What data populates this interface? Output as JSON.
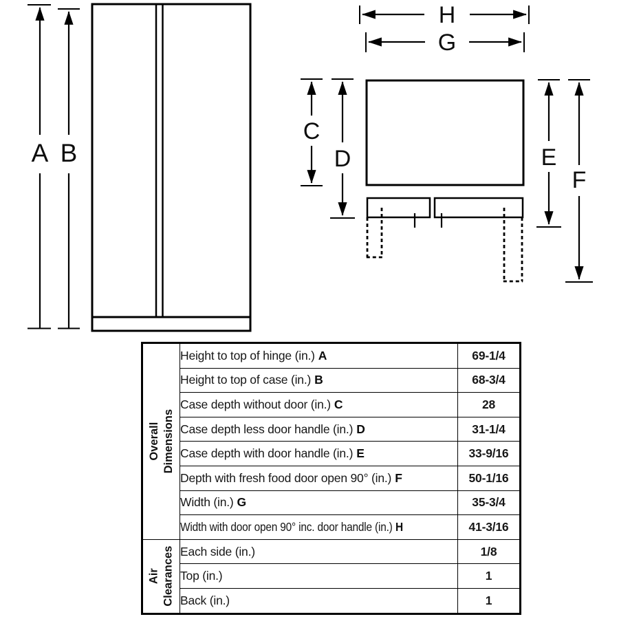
{
  "diagram": {
    "front_view": {
      "dim_a": "A",
      "dim_b": "B"
    },
    "top_view": {
      "dim_c": "C",
      "dim_d": "D",
      "dim_e": "E",
      "dim_f": "F",
      "dim_g": "G",
      "dim_h": "H"
    }
  },
  "table": {
    "groups": [
      {
        "label_line1": "Overall",
        "label_line2": "Dimensions",
        "rows": [
          {
            "label": "Height to top of hinge (in.)",
            "key": "A",
            "value": "69-1/4"
          },
          {
            "label": "Height to top of case (in.)",
            "key": "B",
            "value": "68-3/4"
          },
          {
            "label": "Case depth without door (in.)",
            "key": "C",
            "value": "28"
          },
          {
            "label": "Case depth less door handle (in.)",
            "key": "D",
            "value": "31-1/4"
          },
          {
            "label": "Case depth with door handle (in.)",
            "key": "E",
            "value": "33-9/16"
          },
          {
            "label": "Depth with fresh food door open 90° (in.)",
            "key": "F",
            "value": "50-1/16"
          },
          {
            "label": "Width (in.)",
            "key": "G",
            "value": "35-3/4"
          },
          {
            "label": "Width with door open 90° inc. door handle (in.)",
            "key": "H",
            "value": "41-3/16"
          }
        ]
      },
      {
        "label_line1": "Air",
        "label_line2": "Clearances",
        "rows": [
          {
            "label": "Each side (in.)",
            "value": "1/8"
          },
          {
            "label": "Top (in.)",
            "value": "1"
          },
          {
            "label": "Back (in.)",
            "value": "1"
          }
        ]
      }
    ]
  }
}
